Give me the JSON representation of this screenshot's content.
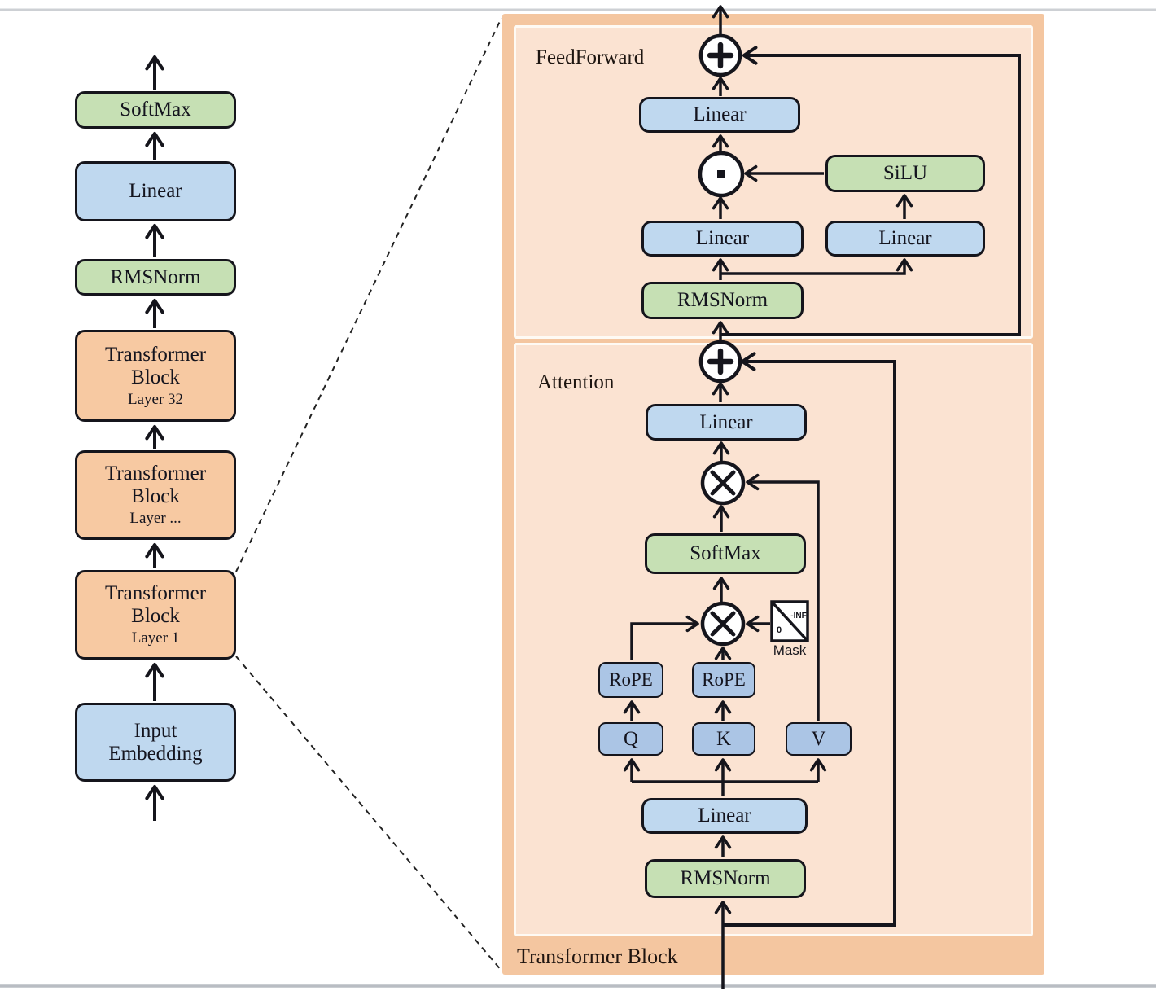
{
  "left_column": {
    "softmax": "SoftMax",
    "linear": "Linear",
    "rmsnorm": "RMSNorm",
    "transformer_blocks": [
      {
        "title": "Transformer Block",
        "layer": "Layer 32"
      },
      {
        "title": "Transformer Block",
        "layer": "Layer ..."
      },
      {
        "title": "Transformer Block",
        "layer": "Layer 1"
      }
    ],
    "input_embedding": "Input Embedding"
  },
  "panel": {
    "title": "Transformer Block",
    "feedforward": {
      "section_label": "FeedForward",
      "linear_out": "Linear",
      "silu": "SiLU",
      "linear_gate": "Linear",
      "linear_up": "Linear",
      "rmsnorm": "RMSNorm"
    },
    "attention": {
      "section_label": "Attention",
      "linear_out": "Linear",
      "softmax": "SoftMax",
      "rope_q": "RoPE",
      "rope_k": "RoPE",
      "q": "Q",
      "k": "K",
      "v": "V",
      "linear_qkv": "Linear",
      "rmsnorm": "RMSNorm",
      "mask_label": "Mask",
      "mask_inf": "-INF",
      "mask_zero": "0"
    }
  },
  "colors": {
    "panel_outer": "#f4c6a0",
    "panel_inner": "#fbe3d2",
    "block_orange": "#f7c9a2",
    "box_blue": "#bfd8ef",
    "box_blue_small": "#abc5e5",
    "box_green": "#c6e0b4",
    "line": "#15151c"
  }
}
